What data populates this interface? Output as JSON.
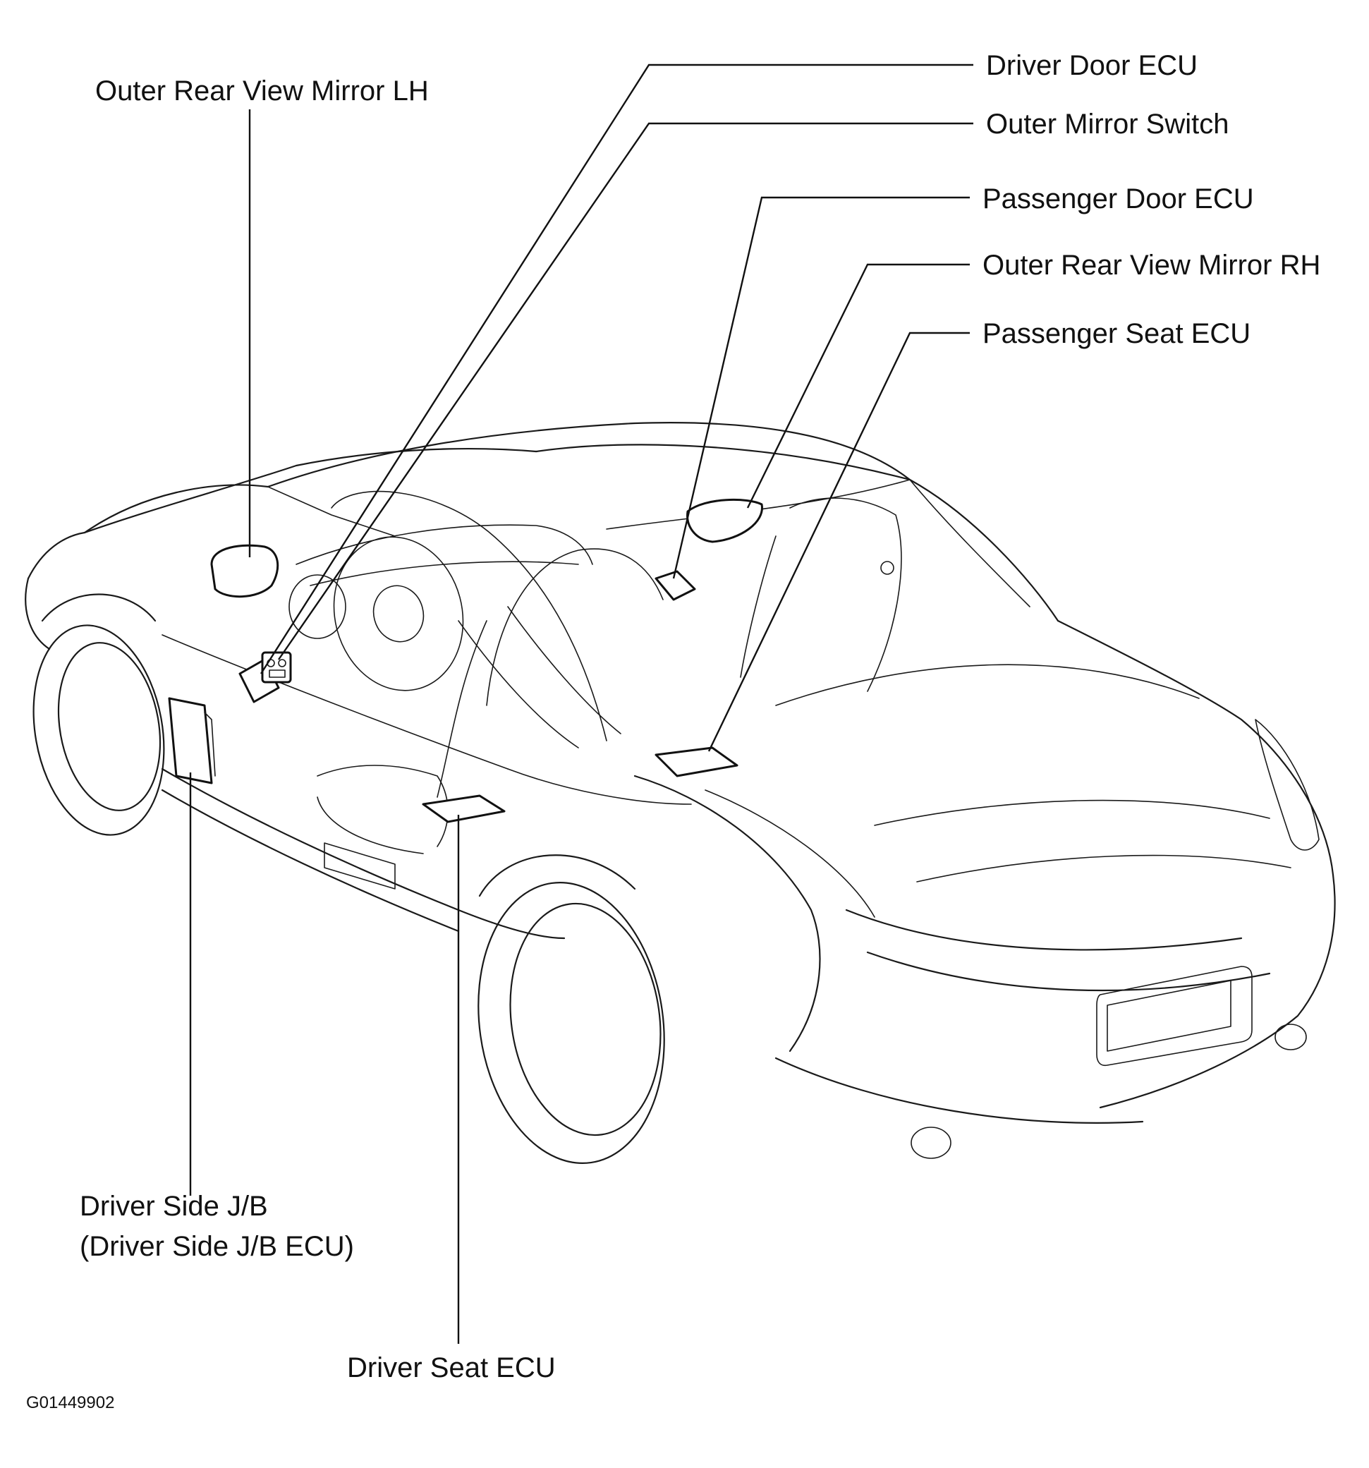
{
  "diagram": {
    "labels": {
      "driver_door_ecu": "Driver Door ECU",
      "outer_mirror_switch": "Outer Mirror Switch",
      "passenger_door_ecu": "Passenger Door ECU",
      "outer_rear_view_mirror_rh": "Outer Rear View Mirror RH",
      "passenger_seat_ecu": "Passenger Seat ECU",
      "outer_rear_view_mirror_lh": "Outer Rear View Mirror LH",
      "driver_side_jb_line1": "Driver Side J/B",
      "driver_side_jb_line2": "(Driver Side J/B ECU)",
      "driver_seat_ecu": "Driver Seat ECU"
    },
    "figure_code": "G01449902"
  }
}
